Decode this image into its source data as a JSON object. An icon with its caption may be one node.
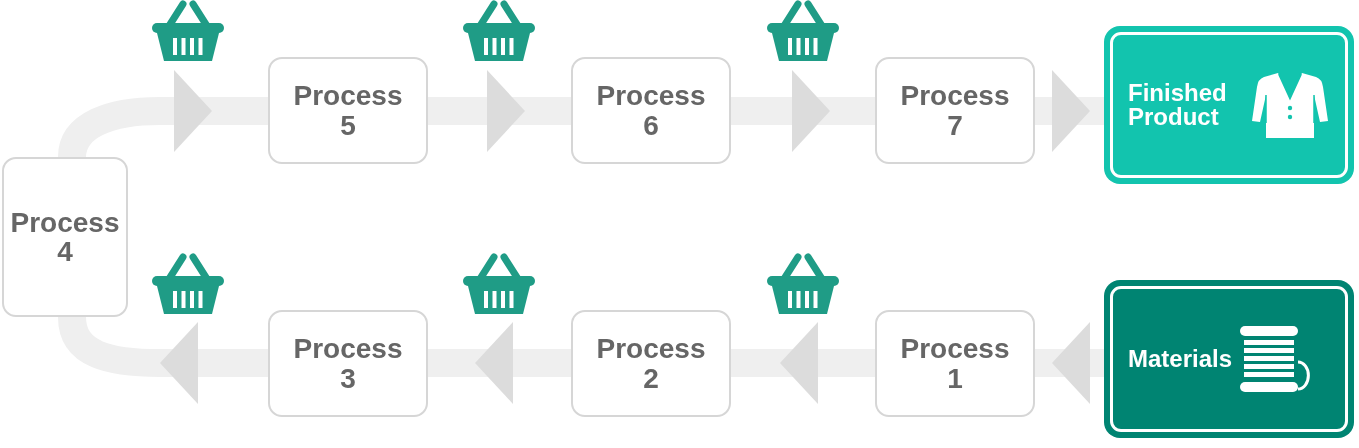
{
  "diagram": {
    "nodes": [
      {
        "text": [
          "Process 5"
        ]
      },
      {
        "text": [
          "Process 6"
        ]
      },
      {
        "text": [
          "Process 7"
        ]
      },
      {
        "text": [
          "Finished Product"
        ]
      },
      {
        "text": [
          "Process 4"
        ]
      },
      {
        "text": [
          "Process 3"
        ]
      },
      {
        "text": [
          "Process 2"
        ]
      },
      {
        "text": [
          "Process 1"
        ]
      },
      {
        "text": [
          "Materials"
        ]
      }
    ],
    "edges": [
      {
        "from": 8,
        "to": 7,
        "arrow": "to"
      },
      {
        "from": 7,
        "to": 6,
        "arrow": "to"
      },
      {
        "from": 6,
        "to": 5,
        "arrow": "to"
      },
      {
        "from": 5,
        "to": 4,
        "arrow": "to"
      },
      {
        "from": 4,
        "to": 0,
        "arrow": "to"
      },
      {
        "from": 0,
        "to": 1,
        "arrow": "to"
      },
      {
        "from": 1,
        "to": 2,
        "arrow": "to"
      },
      {
        "from": 2,
        "to": 3,
        "arrow": "to"
      }
    ]
  }
}
